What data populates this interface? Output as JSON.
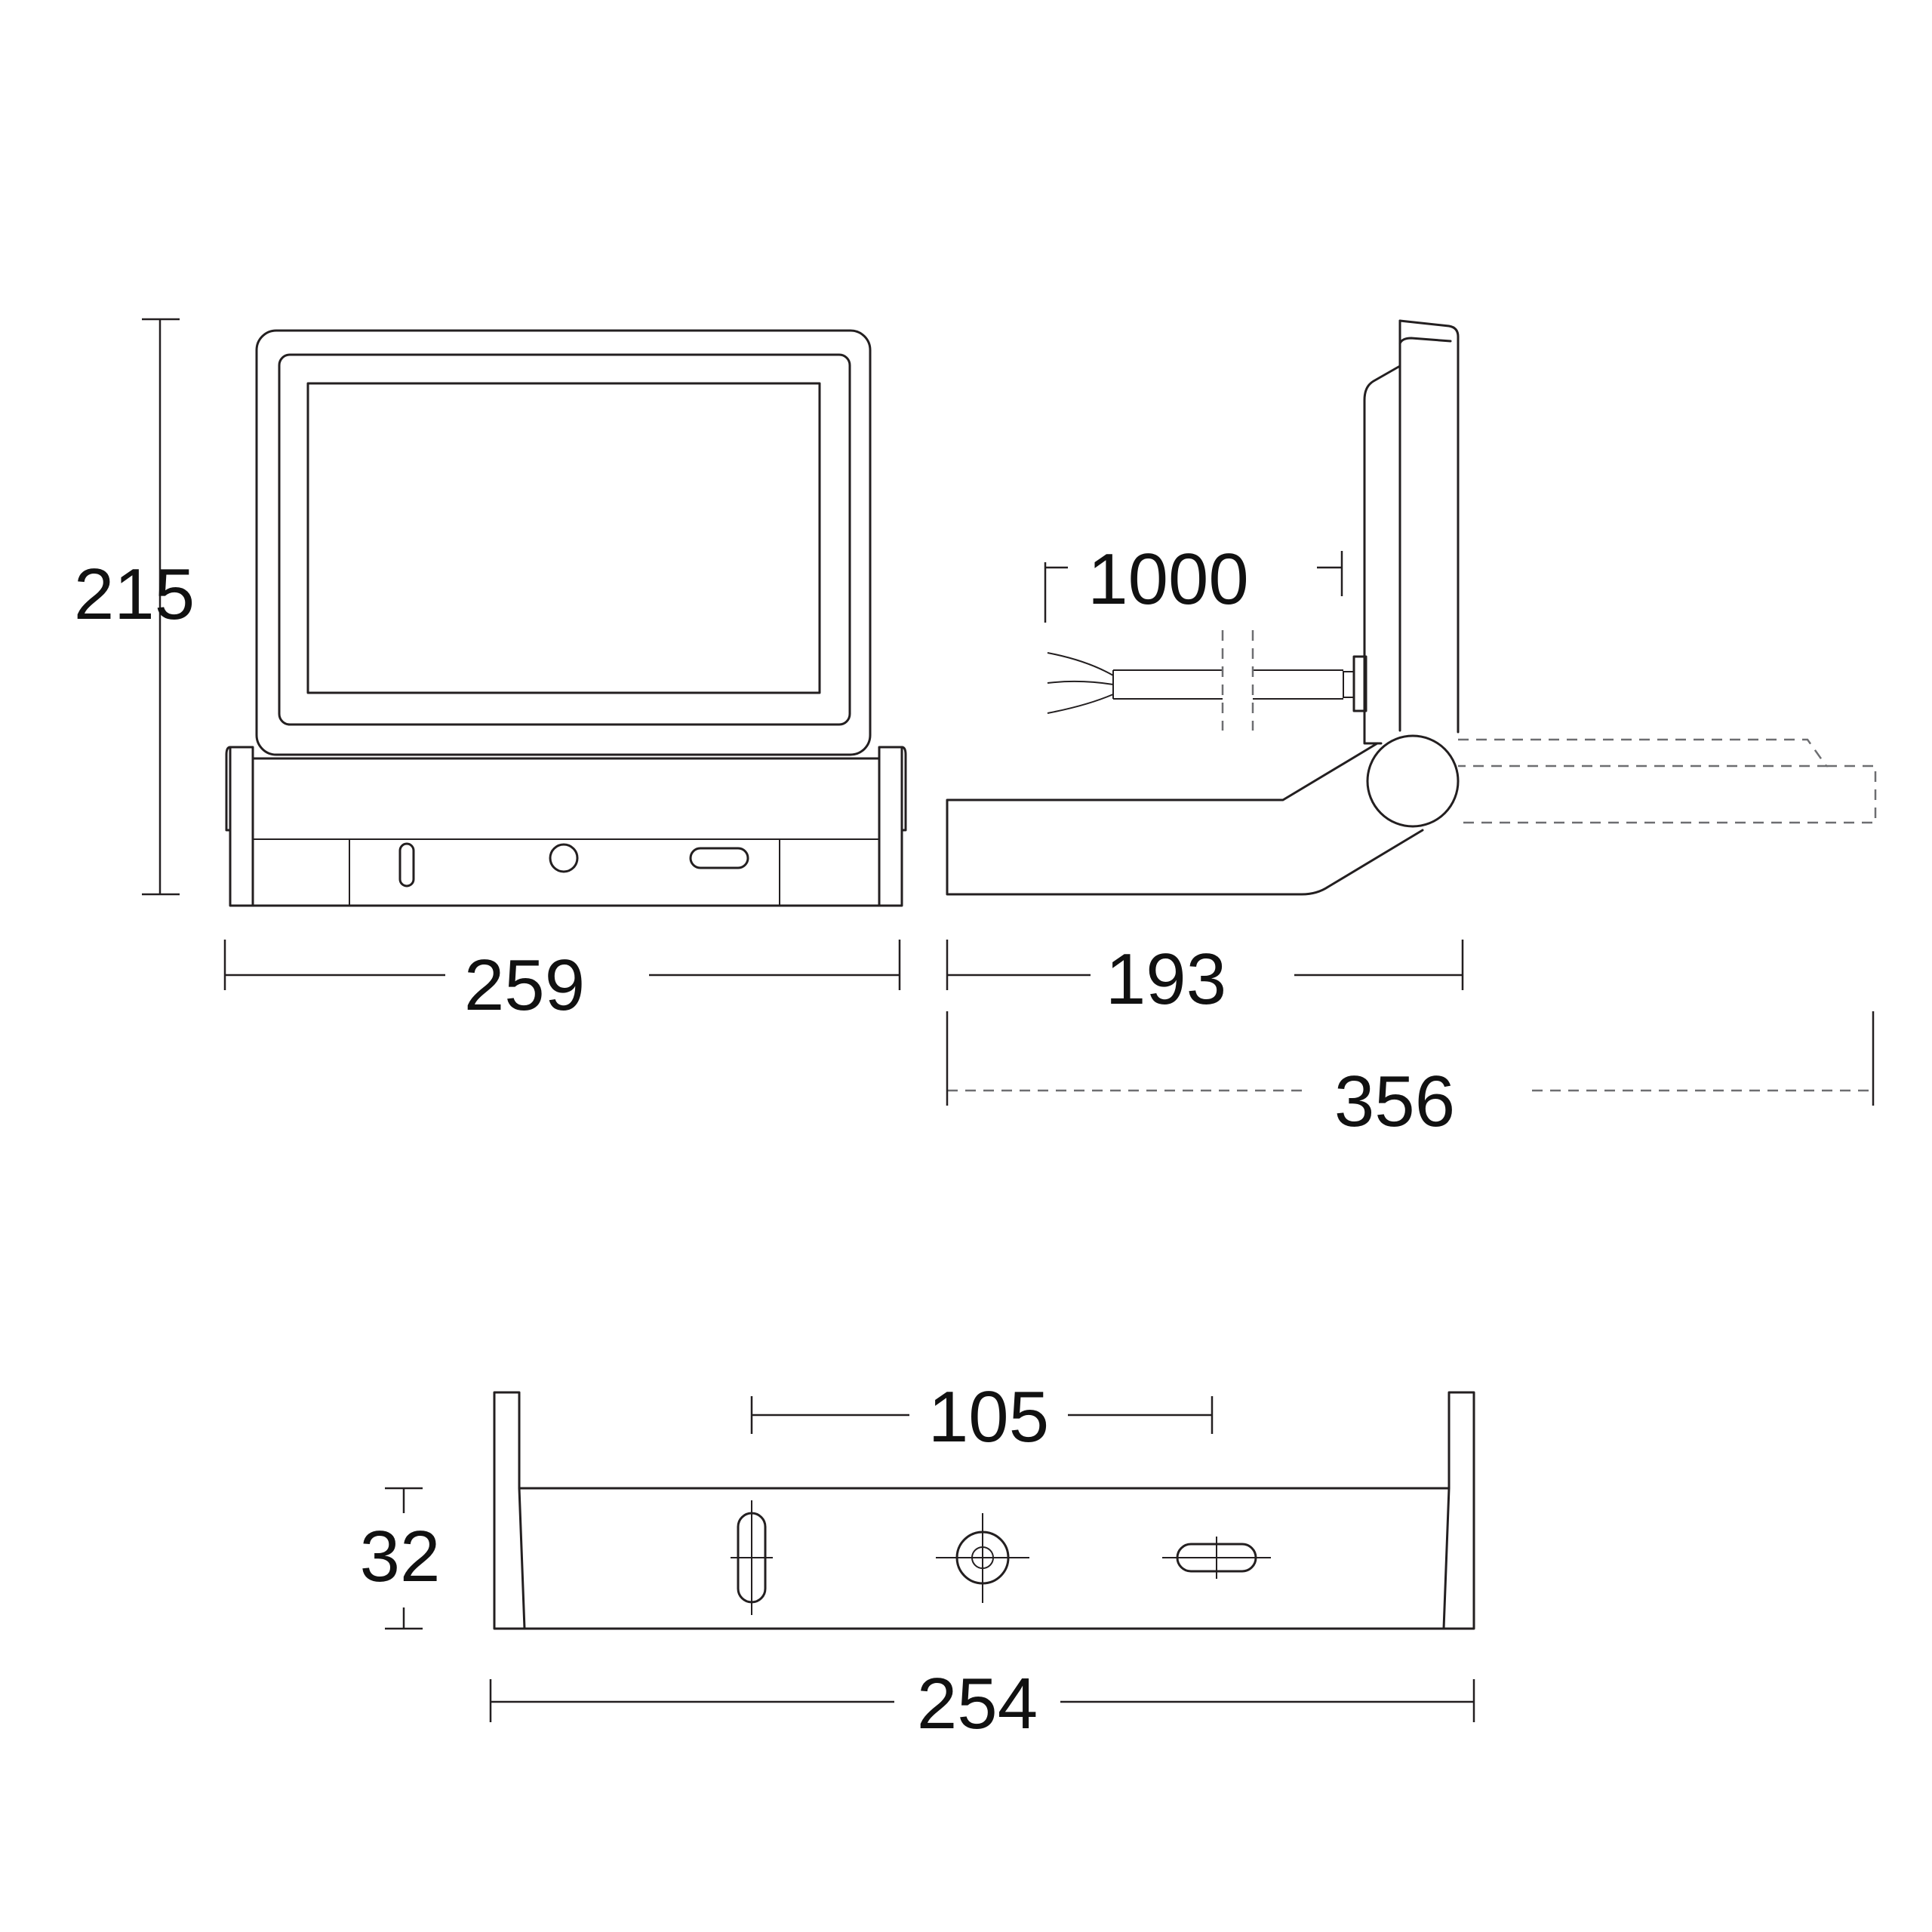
{
  "colors": {
    "line": "#231f20",
    "dashed": "#6d6e71",
    "background": "#ffffff"
  },
  "dimensions": {
    "front_height": "215",
    "front_width": "259",
    "side_depth": "193",
    "side_depth_extended": "356",
    "cable_length": "1000",
    "bracket_hole_spacing": "105",
    "bracket_height": "32",
    "bracket_width": "254"
  }
}
